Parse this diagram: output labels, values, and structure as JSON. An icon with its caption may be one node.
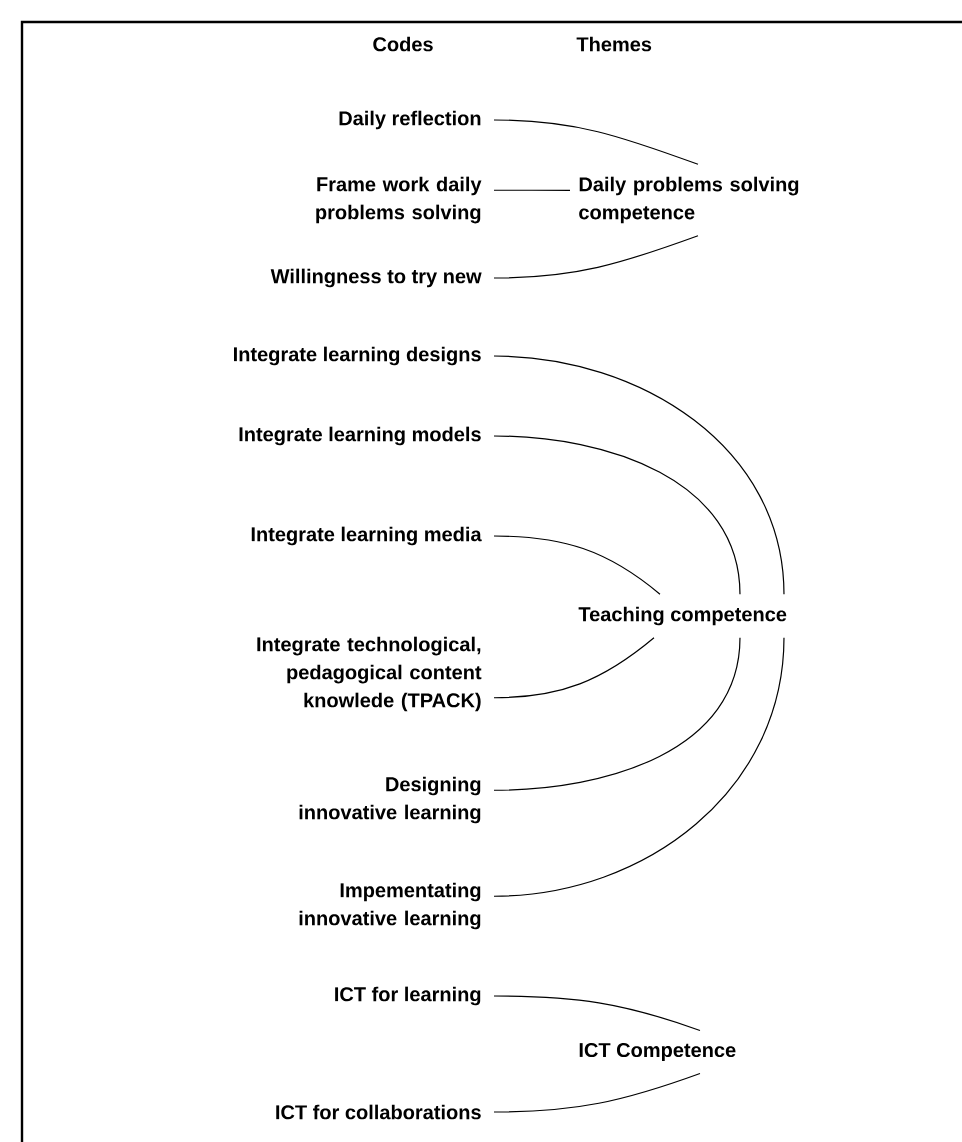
{
  "diagram": {
    "nodes": [
      {
        "text": [
          "Daily reflection"
        ]
      },
      {
        "text": [
          "Frame work daily problems solving"
        ]
      },
      {
        "text": [
          "Willingness to try new"
        ]
      },
      {
        "text": [
          "Daily problems solving competence"
        ]
      },
      {
        "text": [
          "Integrate learning designs"
        ]
      },
      {
        "text": [
          "Integrate learning models"
        ]
      },
      {
        "text": [
          "Integrate learning media"
        ]
      },
      {
        "text": [
          "Integrate technological, pedagogical content knowlede (TPACK)"
        ]
      },
      {
        "text": [
          "Designing innovative learning"
        ]
      },
      {
        "text": [
          "Impementating innovative learning"
        ]
      },
      {
        "text": [
          "Teaching competence"
        ]
      },
      {
        "text": [
          "ICT for learning"
        ]
      },
      {
        "text": [
          "ICT for collaborations"
        ]
      },
      {
        "text": [
          "ICT Competence"
        ]
      }
    ],
    "edges": [
      {
        "from": 0,
        "to": 3,
        "arrow": "none"
      },
      {
        "from": 1,
        "to": 3,
        "arrow": "none"
      },
      {
        "from": 2,
        "to": 3,
        "arrow": "none"
      },
      {
        "from": 4,
        "to": 10,
        "arrow": "none"
      },
      {
        "from": 5,
        "to": 10,
        "arrow": "none"
      },
      {
        "from": 6,
        "to": 10,
        "arrow": "none"
      },
      {
        "from": 7,
        "to": 10,
        "arrow": "none"
      },
      {
        "from": 8,
        "to": 10,
        "arrow": "none"
      },
      {
        "from": 9,
        "to": 10,
        "arrow": "none"
      },
      {
        "from": 11,
        "to": 13,
        "arrow": "none"
      },
      {
        "from": 12,
        "to": 13,
        "arrow": "none"
      }
    ],
    "labels": [
      "Codes",
      "Themes"
    ]
  }
}
